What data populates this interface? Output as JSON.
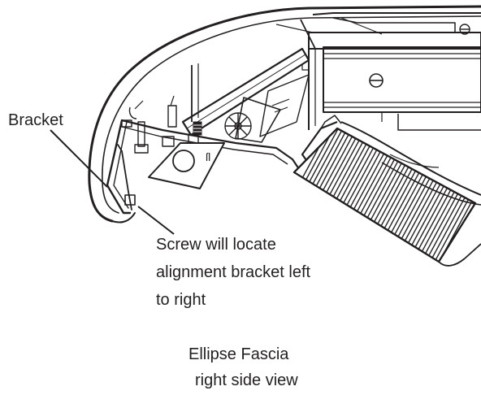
{
  "diagram": {
    "title_lines": [
      "Ellipse Fascia",
      "right side view"
    ],
    "bracket_label": "Bracket",
    "screw_note_lines": [
      "Screw will locate",
      "alignment bracket left",
      "to right"
    ]
  },
  "colors": {
    "ink": "#231f20",
    "background": "#ffffff"
  }
}
